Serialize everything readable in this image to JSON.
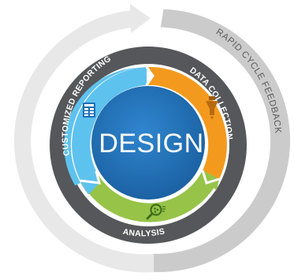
{
  "diagram": {
    "center_label": "DESIGN",
    "outer_label": "RAPID CYCLE FEEDBACK",
    "phases": [
      {
        "label": "CUSTOMIZED REPORTING",
        "icon": "report-grid-icon"
      },
      {
        "label": "DATA COLLECTION",
        "icon": "funnel-icon"
      },
      {
        "label": "ANALYSIS",
        "icon": "magnifier-icon"
      }
    ],
    "colors": {
      "center": "#1d6fb5",
      "reporting": "#5ec2ee",
      "collection": "#f39a1e",
      "analysis": "#97c348",
      "dark_ring": "#55575a",
      "outer_ring": "#e7e7e7",
      "feedback_ring": "#c9c9c9"
    }
  }
}
